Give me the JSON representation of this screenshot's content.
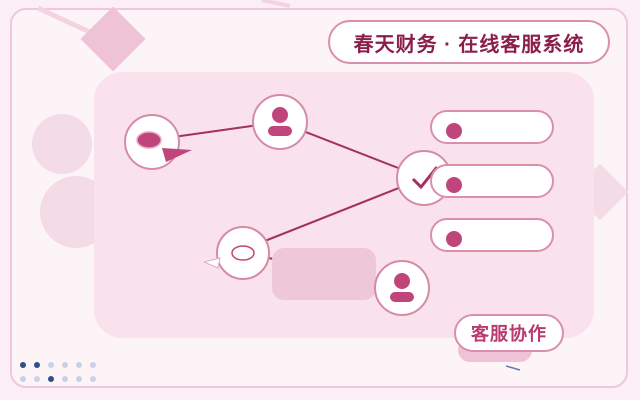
{
  "header": {
    "title": "春天财务 · 在线客服系统"
  },
  "badge": {
    "label": "客服协作"
  },
  "colors": {
    "accent": "#c0457a",
    "accent_dark": "#8a1f4c",
    "panel": "#fae2ec",
    "border": "#d98fad"
  },
  "nodes": [
    {
      "name": "chat-bubble-node",
      "icon": "chat-bubble-icon"
    },
    {
      "name": "agent-node-top",
      "icon": "user-icon"
    },
    {
      "name": "checkmark-node",
      "icon": "check-icon"
    },
    {
      "name": "chat-bubble-node-2",
      "icon": "chat-bubble-icon"
    },
    {
      "name": "agent-node-bottom",
      "icon": "user-icon"
    }
  ],
  "status_chips": [
    {
      "name": "status-chip-1"
    },
    {
      "name": "status-chip-2"
    },
    {
      "name": "status-chip-3"
    }
  ]
}
